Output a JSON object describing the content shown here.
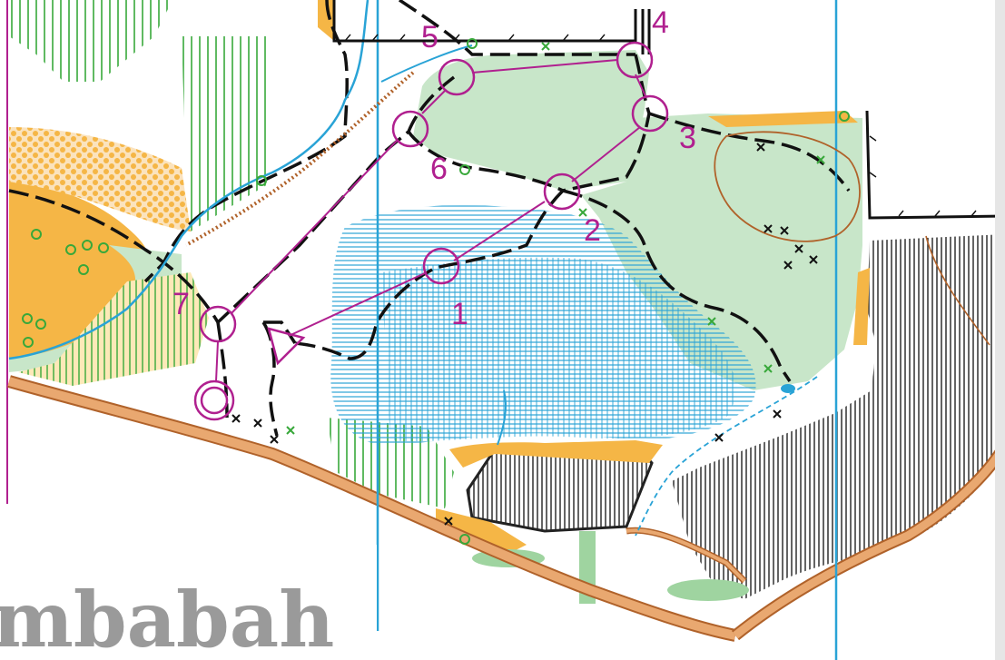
{
  "map": {
    "title_fragment": "mbabah",
    "controls": [
      {
        "label": "1"
      },
      {
        "label": "2"
      },
      {
        "label": "3"
      },
      {
        "label": "4"
      },
      {
        "label": "5"
      },
      {
        "label": "6"
      },
      {
        "label": "7"
      }
    ],
    "colors": {
      "course": "#b0208f",
      "open_land": "#f5b646",
      "forest_light": "#c8e6c9",
      "vegetation_green": "#38a83a",
      "water": "#29a3d6",
      "building_hatch": "#222222",
      "road": "#e9a870",
      "contour": "#b0622a"
    }
  }
}
